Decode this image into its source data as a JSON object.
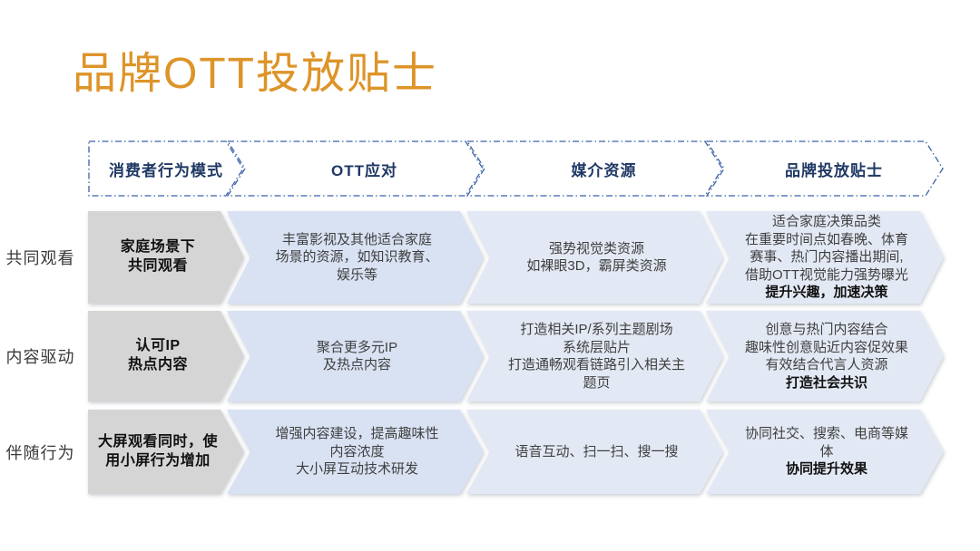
{
  "title": "品牌OTT投放贴士",
  "colors": {
    "title": "#DD9428",
    "header_text": "#1F3864",
    "header_border": "#3A62A7",
    "body_text": "#3F3F3F",
    "column_fills": [
      "#D5D5D5",
      "#D9E2F3",
      "#E3E9F4",
      "#E3E9F4"
    ]
  },
  "headers": [
    {
      "label": "消费者行为模式"
    },
    {
      "label": "OTT应对"
    },
    {
      "label": "媒介资源"
    },
    {
      "label": "品牌投放贴士"
    }
  ],
  "rows": [
    {
      "label": "共同观看",
      "cells": [
        {
          "lines": [
            {
              "text": "家庭场景下",
              "bold": true
            },
            {
              "text": "共同观看",
              "bold": true
            }
          ]
        },
        {
          "lines": [
            {
              "text": "丰富影视及其他适合家庭",
              "bold": false
            },
            {
              "text": "场景的资源，如知识教育、",
              "bold": false
            },
            {
              "text": "娱乐等",
              "bold": false
            }
          ]
        },
        {
          "lines": [
            {
              "text": "强势视觉类资源",
              "bold": false
            },
            {
              "text": "如裸眼3D，霸屏类资源",
              "bold": false
            }
          ]
        },
        {
          "lines": [
            {
              "text": "适合家庭决策品类",
              "bold": false
            },
            {
              "text": "在重要时间点如春晚、体育",
              "bold": false
            },
            {
              "text": "赛事、热门内容播出期间,",
              "bold": false
            },
            {
              "text": "借助OTT视觉能力强势曝光",
              "bold": false
            },
            {
              "text": "提升兴趣，加速决策",
              "bold": true
            }
          ]
        }
      ]
    },
    {
      "label": "内容驱动",
      "cells": [
        {
          "lines": [
            {
              "text": "认可IP",
              "bold": true
            },
            {
              "text": "热点内容",
              "bold": true
            }
          ]
        },
        {
          "lines": [
            {
              "text": "聚合更多元IP",
              "bold": false
            },
            {
              "text": "及热点内容",
              "bold": false
            }
          ]
        },
        {
          "lines": [
            {
              "text": "打造相关IP/系列主题剧场",
              "bold": false
            },
            {
              "text": "系统层贴片",
              "bold": false
            },
            {
              "text": "打造通畅观看链路引入相关主",
              "bold": false
            },
            {
              "text": "题页",
              "bold": false
            }
          ]
        },
        {
          "lines": [
            {
              "text": "创意与热门内容结合",
              "bold": false
            },
            {
              "text": "趣味性创意贴近内容促效果",
              "bold": false
            },
            {
              "text": "有效结合代言人资源",
              "bold": false
            },
            {
              "text": "打造社会共识",
              "bold": true
            }
          ]
        }
      ]
    },
    {
      "label": "伴随行为",
      "cells": [
        {
          "lines": [
            {
              "text": "大屏观看同时，使",
              "bold": true
            },
            {
              "text": "用小屏行为增加",
              "bold": true
            }
          ]
        },
        {
          "lines": [
            {
              "text": "增强内容建设，提高趣味性",
              "bold": false
            },
            {
              "text": "内容浓度",
              "bold": false
            },
            {
              "text": "大小屏互动技术研发",
              "bold": false
            }
          ]
        },
        {
          "lines": [
            {
              "text": "语音互动、扫一扫、搜一搜",
              "bold": false
            }
          ]
        },
        {
          "lines": [
            {
              "text": "协同社交、搜索、电商等媒",
              "bold": false
            },
            {
              "text": "体",
              "bold": false
            },
            {
              "text": "协同提升效果",
              "bold": true
            }
          ]
        }
      ]
    }
  ]
}
